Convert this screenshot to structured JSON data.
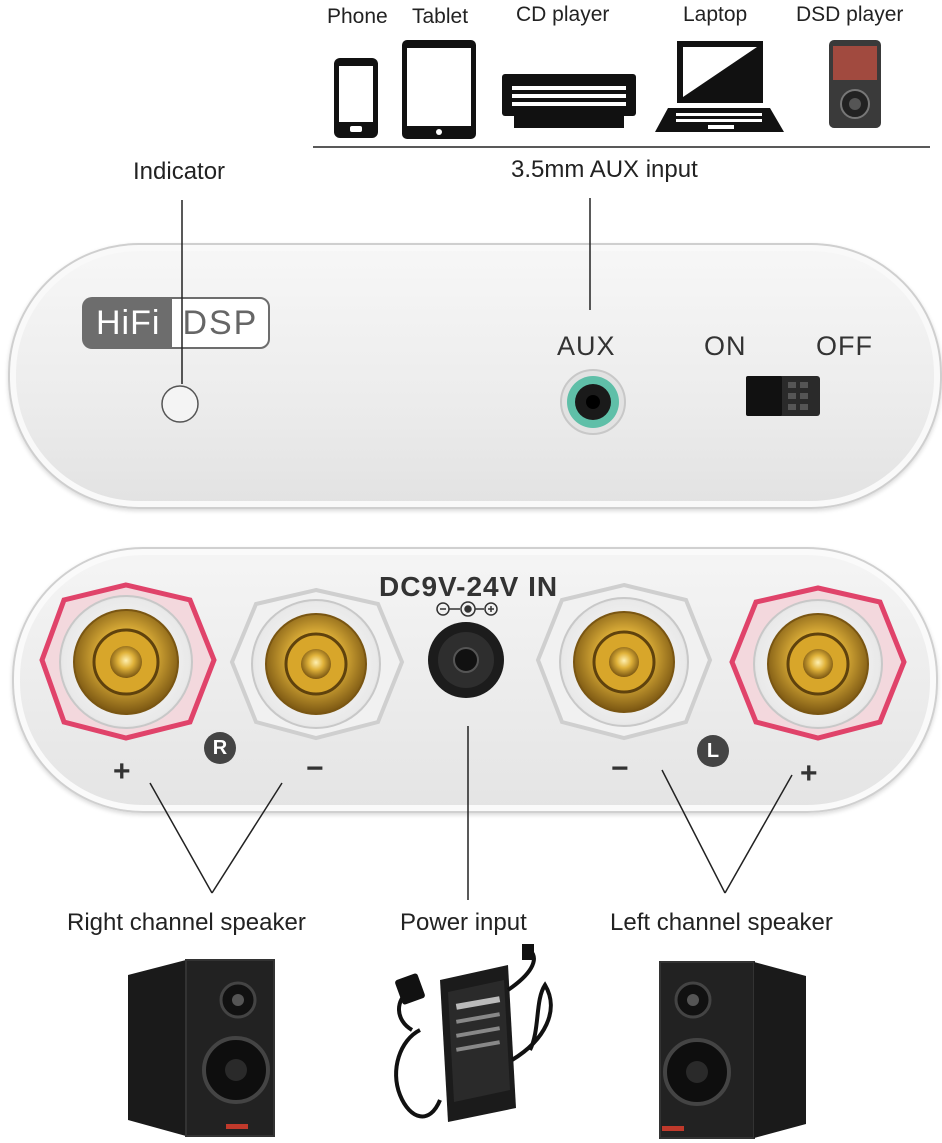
{
  "sources": {
    "items": [
      {
        "label": "Phone",
        "icon": "phone-icon"
      },
      {
        "label": "Tablet",
        "icon": "tablet-icon"
      },
      {
        "label": "CD player",
        "icon": "cd-player-icon"
      },
      {
        "label": "Laptop",
        "icon": "laptop-icon"
      },
      {
        "label": "DSD player",
        "icon": "dsd-player-icon"
      }
    ],
    "caption": "3.5mm AUX input"
  },
  "front_panel": {
    "indicator_label": "Indicator",
    "brand_left": "HiFi",
    "brand_right": "DSP",
    "aux_label": "AUX",
    "on_label": "ON",
    "off_label": "OFF"
  },
  "back_panel": {
    "power_label": "DC9V-24V IN",
    "right_badge": "R",
    "left_badge": "L",
    "plus": "+",
    "minus": "−"
  },
  "captions": {
    "right_channel": "Right channel speaker",
    "power_input": "Power input",
    "left_channel": "Left channel speaker"
  },
  "colors": {
    "panel": "#ececec",
    "aux_ring": "#5fbfa8",
    "terminal_gold": "#d8a62a",
    "terminal_red": "#e0436a"
  }
}
